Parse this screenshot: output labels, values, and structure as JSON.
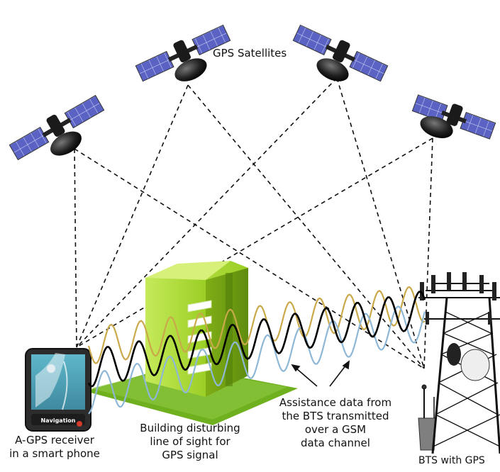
{
  "labels": {
    "satellites": "GPS Satellites",
    "receiver": [
      "A-GPS receiver",
      "in a smart phone"
    ],
    "building": [
      "Building disturbing",
      "line of sight for",
      "GPS signal"
    ],
    "assistance": [
      "Assistance data from",
      "the BTS transmitted",
      "over a GSM",
      "data channel"
    ],
    "bts": "BTS with GPS",
    "phone_button": "Navigation"
  },
  "colors": {
    "solar_panel": "#5a63c4",
    "building_green": "#a9d62e",
    "wave_gold": "#c9a94a",
    "wave_blue": "#8fb7d6",
    "wave_black": "#000000"
  },
  "icons": [
    "satellite-icon",
    "smartphone-icon",
    "building-icon",
    "bts-tower-icon"
  ]
}
